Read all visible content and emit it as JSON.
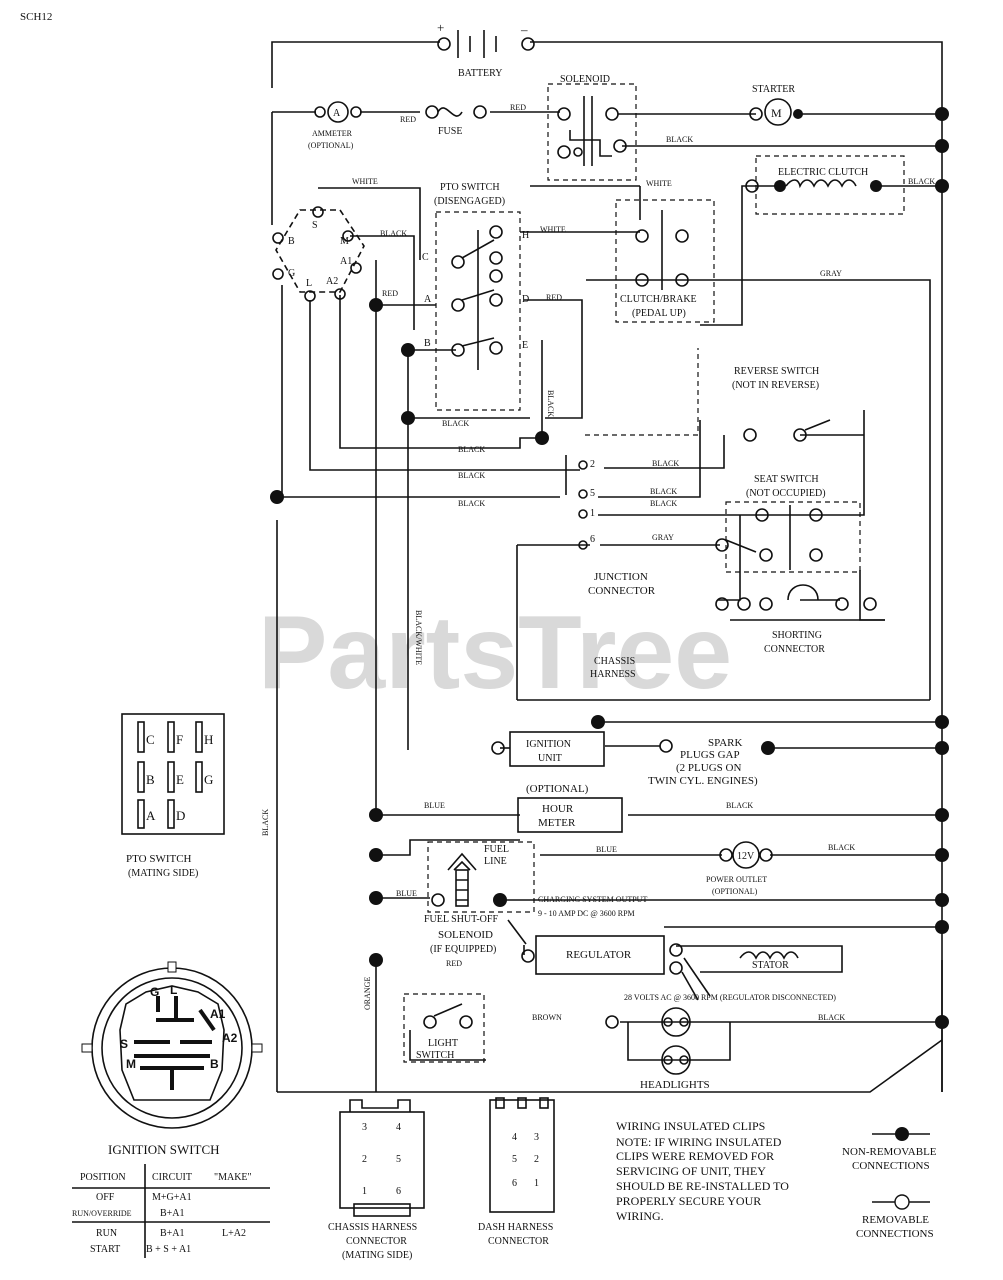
{
  "page_code": "SCH12",
  "watermark": "PartsTree",
  "battery": {
    "label": "BATTERY",
    "plus": "+",
    "minus": "–"
  },
  "ammeter": {
    "label": "AMMETER",
    "optional": "(OPTIONAL)",
    "symbol": "A"
  },
  "fuse": {
    "label": "FUSE"
  },
  "solenoid": {
    "label": "SOLENOID"
  },
  "starter": {
    "label": "STARTER",
    "symbol": "M"
  },
  "electric_clutch": {
    "label": "ELECTRIC CLUTCH"
  },
  "pto_switch": {
    "label": "PTO SWITCH",
    "state": "(DISENGAGED)",
    "letters": [
      "C",
      "F",
      "H",
      "A",
      "D",
      "B",
      "E",
      "G"
    ]
  },
  "clutch_brake": {
    "label": "CLUTCH/BRAKE",
    "state": "(PEDAL UP)"
  },
  "ignition_terminals": [
    "B",
    "S",
    "M",
    "G",
    "L",
    "A1",
    "A2"
  ],
  "reverse_switch": {
    "label": "REVERSE SWITCH",
    "state": "(NOT IN REVERSE)"
  },
  "seat_switch": {
    "label": "SEAT SWITCH",
    "state": "(NOT OCCUPIED)"
  },
  "junction_connector": {
    "label1": "JUNCTION",
    "label2": "CONNECTOR",
    "pins": [
      "2",
      "5",
      "1",
      "6"
    ]
  },
  "shorting_connector": {
    "label1": "SHORTING",
    "label2": "CONNECTOR"
  },
  "chassis_harness": {
    "label1": "CHASSIS",
    "label2": "HARNESS"
  },
  "ignition_unit": {
    "label1": "IGNITION",
    "label2": "UNIT"
  },
  "spark_plugs": {
    "line1": "SPARK",
    "line2": "PLUGS GAP",
    "line3": "(2 PLUGS ON",
    "line4": "TWIN CYL. ENGINES)"
  },
  "hour_meter": {
    "optional": "(OPTIONAL)",
    "line1": "HOUR",
    "line2": "METER"
  },
  "fuel_line": {
    "line1": "FUEL",
    "line2": "LINE"
  },
  "power_outlet": {
    "symbol": "12V",
    "line1": "POWER OUTLET",
    "line2": "(OPTIONAL)"
  },
  "charging": {
    "line1": "CHARGING SYSTEM OUTPUT",
    "line2": "9 - 10 AMP DC @ 3600 RPM"
  },
  "fuel_solenoid": {
    "line1": "FUEL SHUT-OFF",
    "line2": "SOLENOID",
    "line3": "(IF EQUIPPED)"
  },
  "regulator": {
    "label": "REGULATOR"
  },
  "stator": {
    "label": "STATOR"
  },
  "ac_output": {
    "label": "28 VOLTS AC @ 3600 RPM (REGULATOR DISCONNECTED)"
  },
  "light_switch": {
    "line1": "LIGHT",
    "line2": "SWITCH"
  },
  "headlights": {
    "label": "HEADLIGHTS"
  },
  "wire_labels": {
    "white": "WHITE",
    "black": "BLACK",
    "red": "RED",
    "gray": "GRAY",
    "blue": "BLUE",
    "orange": "ORANGE",
    "brown": "BROWN",
    "black_white": "BLACK/WHITE"
  },
  "pto_mating": {
    "title": "PTO SWITCH",
    "subtitle": "(MATING SIDE)",
    "rows": [
      [
        "C",
        "F",
        "H"
      ],
      [
        "B",
        "E",
        "G"
      ],
      [
        "A",
        "D"
      ]
    ]
  },
  "ignition_switch": {
    "title": "IGNITION SWITCH",
    "face_terminals": [
      "G",
      "L",
      "A1",
      "A2",
      "S",
      "M",
      "B"
    ],
    "headers": [
      "POSITION",
      "CIRCUIT",
      "\"MAKE\""
    ],
    "rows": [
      [
        "OFF",
        "M+G+A1",
        ""
      ],
      [
        "RUN/OVERRIDE",
        "B+A1",
        ""
      ],
      [
        "RUN",
        "B+A1",
        "L+A2"
      ],
      [
        "START",
        "B + S + A1",
        ""
      ]
    ]
  },
  "chassis_connector": {
    "line1": "CHASSIS HARNESS",
    "line2": "CONNECTOR",
    "line3": "(MATING SIDE)",
    "pins": [
      "3",
      "4",
      "2",
      "5",
      "1",
      "6"
    ]
  },
  "dash_connector": {
    "line1": "DASH HARNESS",
    "line2": "CONNECTOR",
    "pins": [
      "4",
      "3",
      "5",
      "2",
      "6",
      "1"
    ]
  },
  "notes": {
    "title": "WIRING INSULATED CLIPS",
    "lines": [
      "NOTE: IF WIRING INSULATED",
      "CLIPS WERE REMOVED FOR",
      "SERVICING OF UNIT, THEY",
      "SHOULD BE RE-INSTALLED TO",
      "PROPERLY SECURE YOUR",
      "WIRING."
    ]
  },
  "legend": {
    "non_removable1": "NON-REMOVABLE",
    "non_removable2": "CONNECTIONS",
    "removable1": "REMOVABLE",
    "removable2": "CONNECTIONS"
  }
}
